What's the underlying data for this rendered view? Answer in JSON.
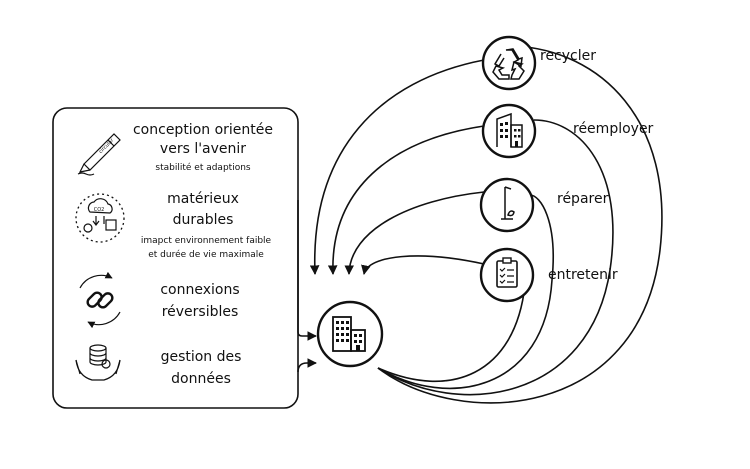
{
  "panel": {
    "items": [
      {
        "icon": "pen-icon",
        "title_line1": "conception orientée",
        "title_line2": "vers l'avenir",
        "sub_line1": "stabilité et adaptions",
        "sub_line2": ""
      },
      {
        "icon": "co2-icon",
        "title_line1": "matérieux",
        "title_line2": "durables",
        "sub_line1": "imapct environnement faible",
        "sub_line2": "et durée de vie maximale"
      },
      {
        "icon": "chain-link-icon",
        "title_line1": "connexions",
        "title_line2": "réversibles",
        "sub_line1": "",
        "sub_line2": ""
      },
      {
        "icon": "database-hands-icon",
        "title_line1": "gestion des",
        "title_line2": "données",
        "sub_line1": "",
        "sub_line2": ""
      }
    ]
  },
  "loops": [
    {
      "label": "recycler",
      "icon": "recycle-icon"
    },
    {
      "label": "réemployer",
      "icon": "building-icon"
    },
    {
      "label": "réparer",
      "icon": "lamp-icon"
    },
    {
      "label": "entretenir",
      "icon": "clipboard-icon"
    }
  ],
  "center": {
    "icon": "building-icon"
  },
  "colors": {
    "stroke": "#111111",
    "background": "#ffffff"
  }
}
